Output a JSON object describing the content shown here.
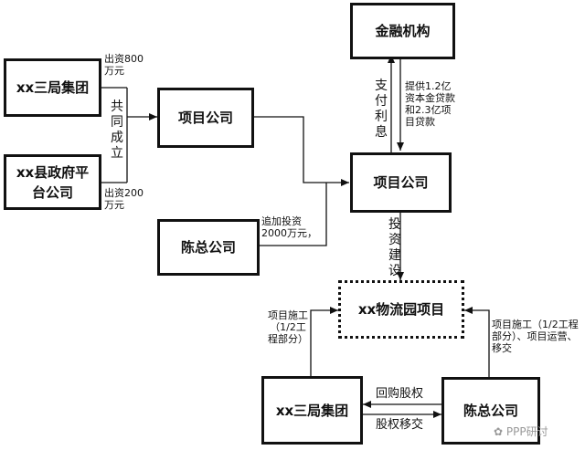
{
  "nodes": {
    "jinrong": "金融机构",
    "xxsanju_top": "xx三局集团",
    "xian_gov": "xx县政府平台公司",
    "xiangmu_left": "项目公司",
    "xiangmu_center": "项目公司",
    "chenzong_left": "陈总公司",
    "wuliu": "xx物流园项目",
    "xxsanju_bottom": "xx三局集团",
    "chenzong_bottom": "陈总公司"
  },
  "labels": {
    "invest800": "出资800万元",
    "invest200": "出资200万元",
    "gongtong": "共同成立",
    "zhifu": "支付利息",
    "tigong": "提供1.2亿资本金贷款和2.3亿项目贷款",
    "zhuijia": "追加投资2000万元，",
    "touzi": "投资建设",
    "shigong_left": "项目施工（1/2工程部分）",
    "shigong_right": "项目施工（1/2工程部分）、项目运营、移交",
    "huigou": "回购股权",
    "yijiao": "股权移交"
  },
  "watermark": "PPP研讨"
}
